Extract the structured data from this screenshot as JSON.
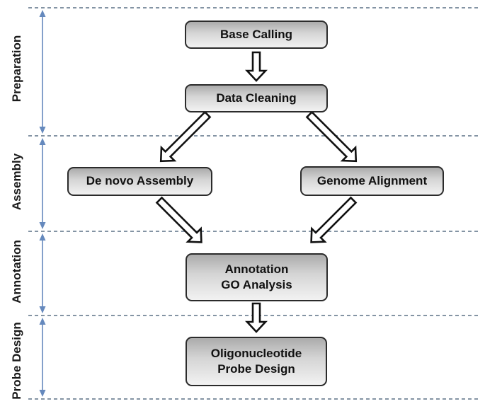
{
  "diagram": {
    "type": "flowchart",
    "sections": [
      {
        "label": "Preparation"
      },
      {
        "label": "Assembly"
      },
      {
        "label": "Annotation"
      },
      {
        "label": "Probe Design"
      }
    ],
    "nodes": [
      {
        "id": "base-calling",
        "label": "Base Calling",
        "section": "Preparation"
      },
      {
        "id": "data-cleaning",
        "label": "Data Cleaning",
        "section": "Preparation"
      },
      {
        "id": "de-novo-assembly",
        "label": "De novo Assembly",
        "section": "Assembly"
      },
      {
        "id": "genome-alignment",
        "label": "Genome Alignment",
        "section": "Assembly"
      },
      {
        "id": "annotation-go-analysis",
        "label": "Annotation\nGO Analysis",
        "section": "Annotation"
      },
      {
        "id": "oligonucleotide-probe-design",
        "label": "Oligonucleotide\nProbe Design",
        "section": "Probe Design"
      }
    ],
    "edges": [
      {
        "from": "base-calling",
        "to": "data-cleaning"
      },
      {
        "from": "data-cleaning",
        "to": "de-novo-assembly"
      },
      {
        "from": "data-cleaning",
        "to": "genome-alignment"
      },
      {
        "from": "de-novo-assembly",
        "to": "annotation-go-analysis"
      },
      {
        "from": "genome-alignment",
        "to": "annotation-go-analysis"
      },
      {
        "from": "annotation-go-analysis",
        "to": "oligonucleotide-probe-design"
      }
    ],
    "colors": {
      "section_rail_blue": "#6589bd",
      "divider_dash": "#8494a4",
      "node_border": "#2b2b2b",
      "node_gradient_top": "#ababab",
      "node_gradient_bottom": "#f2f2f2",
      "text": "#111111",
      "background": "#ffffff"
    }
  }
}
